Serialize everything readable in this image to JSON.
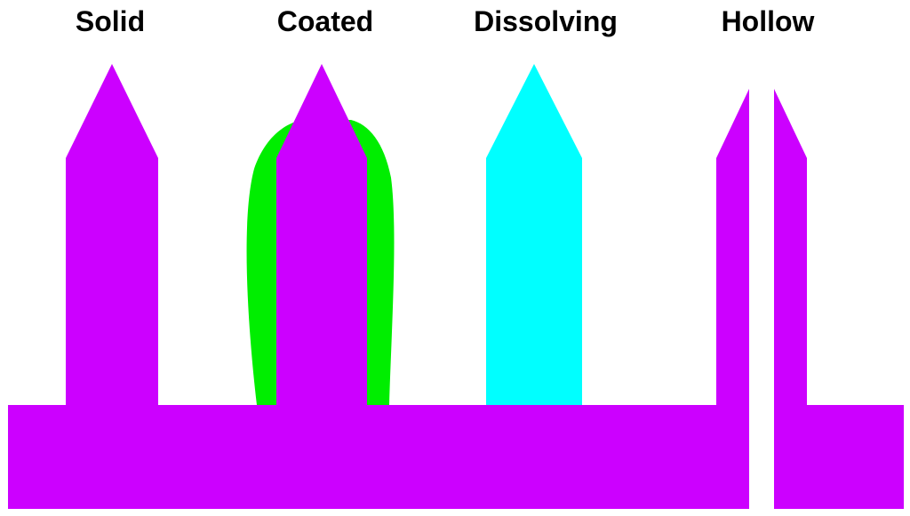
{
  "labels": {
    "solid": "Solid",
    "coated": "Coated",
    "dissolving": "Dissolving",
    "hollow": "Hollow"
  },
  "colors": {
    "base": "#cc00ff",
    "coating": "#00ee00",
    "dissolving": "#00ffff",
    "background": "#ffffff"
  }
}
